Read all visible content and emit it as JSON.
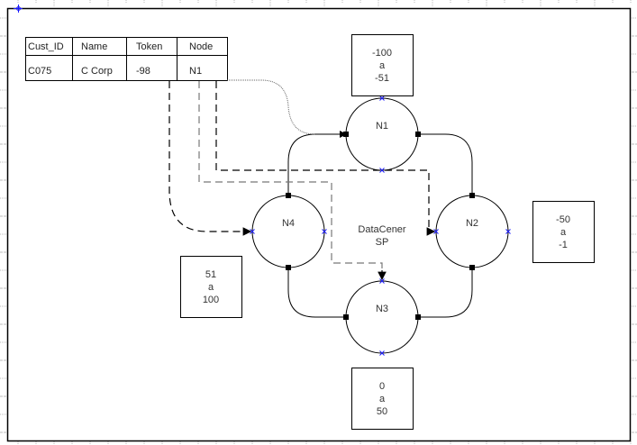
{
  "diagram": {
    "table": {
      "headers": [
        "Cust_ID",
        "Name",
        "Token",
        "Node"
      ],
      "rows": [
        [
          "C075",
          "C Corp",
          "-98",
          "N1"
        ]
      ]
    },
    "nodes": [
      {
        "id": "N1",
        "label": "N1"
      },
      {
        "id": "N2",
        "label": "N2"
      },
      {
        "id": "N3",
        "label": "N3"
      },
      {
        "id": "N4",
        "label": "N4"
      }
    ],
    "center_label": [
      "DataCener",
      "SP"
    ],
    "ranges": [
      {
        "node": "N1",
        "lines": [
          "-100",
          "a",
          "-51"
        ]
      },
      {
        "node": "N2",
        "lines": [
          "-50",
          "a",
          "-1"
        ]
      },
      {
        "node": "N3",
        "lines": [
          "0",
          "a",
          "50"
        ]
      },
      {
        "node": "N4",
        "lines": [
          "51",
          "a",
          "100"
        ]
      }
    ],
    "colors": {
      "line": "#000000",
      "connector_x": "#1a1aff",
      "ruler": "#bdbdbd",
      "dashed_gray": "#777777"
    }
  }
}
